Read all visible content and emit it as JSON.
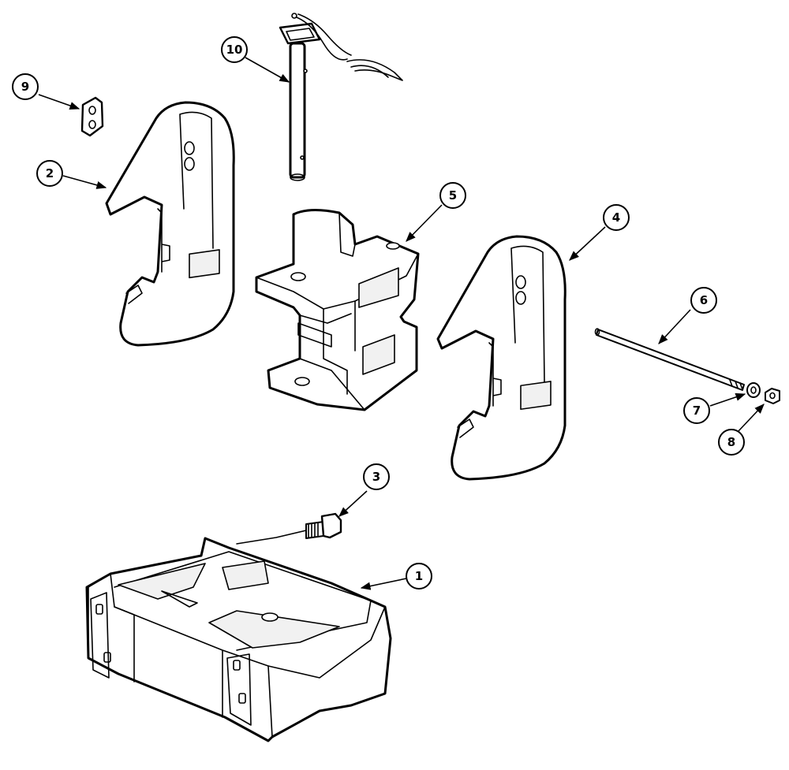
{
  "callouts": [
    {
      "label": "1",
      "ref": "front-weight-bracket"
    },
    {
      "label": "2",
      "ref": "weight-left"
    },
    {
      "label": "3",
      "ref": "bolt"
    },
    {
      "label": "4",
      "ref": "weight-right"
    },
    {
      "label": "5",
      "ref": "center-weight"
    },
    {
      "label": "6",
      "ref": "tie-rod"
    },
    {
      "label": "7",
      "ref": "washer"
    },
    {
      "label": "8",
      "ref": "nut"
    },
    {
      "label": "9",
      "ref": "plate"
    },
    {
      "label": "10",
      "ref": "pin"
    }
  ]
}
